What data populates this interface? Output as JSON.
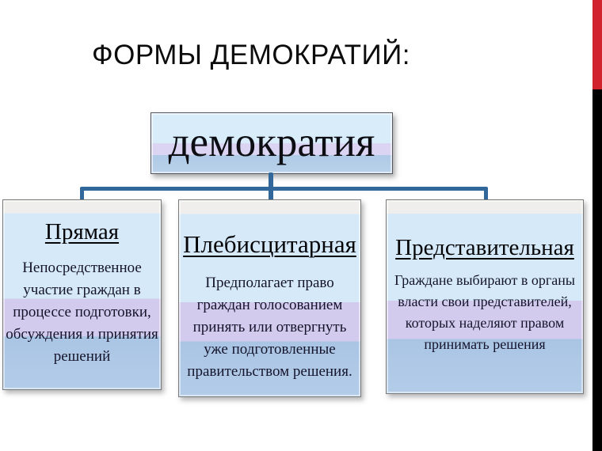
{
  "slide": {
    "title": "ФОРМЫ ДЕМОКРАТИЙ:",
    "accent": {
      "red": "#d0232d",
      "black": "#000000"
    },
    "connector_color": "#31679a"
  },
  "diagram": {
    "root": {
      "label": "демократия"
    },
    "children": [
      {
        "title": "Прямая",
        "body_lines": [
          "Непосредственное",
          "участие граждан в",
          "процессе подготовки,",
          "обсуждения и принятия",
          "решений"
        ]
      },
      {
        "title": "Плебисцитарная",
        "body_lines": [
          "Предполагает право",
          "граждан голосованием",
          "принять или отвергнуть",
          "уже подготовленные",
          "правительством решения."
        ]
      },
      {
        "title": "Представительная",
        "body_lines": [
          "Граждане выбирают в органы",
          "власти свои представителей,",
          "которых наделяют правом",
          "принимать решения"
        ]
      }
    ]
  }
}
